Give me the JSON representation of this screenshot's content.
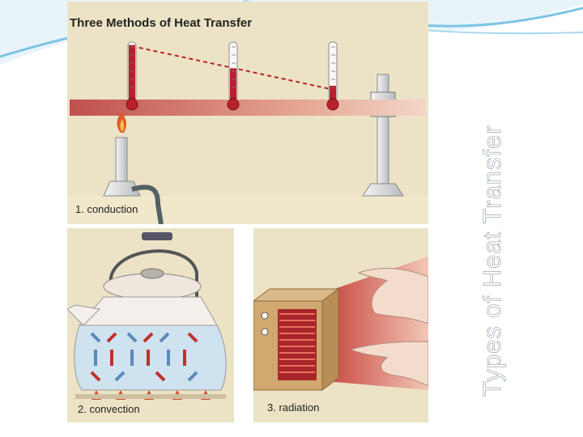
{
  "diagram": {
    "title": "Three Methods of Heat Transfer",
    "side_title": "Types of Heat Transfer",
    "captions": {
      "conduction": "1.  conduction",
      "convection": "2.  convection",
      "radiation": "3.  radiation"
    }
  },
  "thermometers": [
    {
      "name": "thermometer-1",
      "fill_fraction": 0.95
    },
    {
      "name": "thermometer-2",
      "fill_fraction": 0.55
    },
    {
      "name": "thermometer-3",
      "fill_fraction": 0.25
    }
  ],
  "colors": {
    "panel_bg": "#ece3c6",
    "mercury": "#b8202c",
    "rod_hot": "#c0504d",
    "rod_cool": "#f0c8b8",
    "warm_arrow": "#c03028",
    "cool_arrow": "#5a8ab8",
    "water": "#cfe2f0",
    "wave": "#7cc4e6"
  }
}
